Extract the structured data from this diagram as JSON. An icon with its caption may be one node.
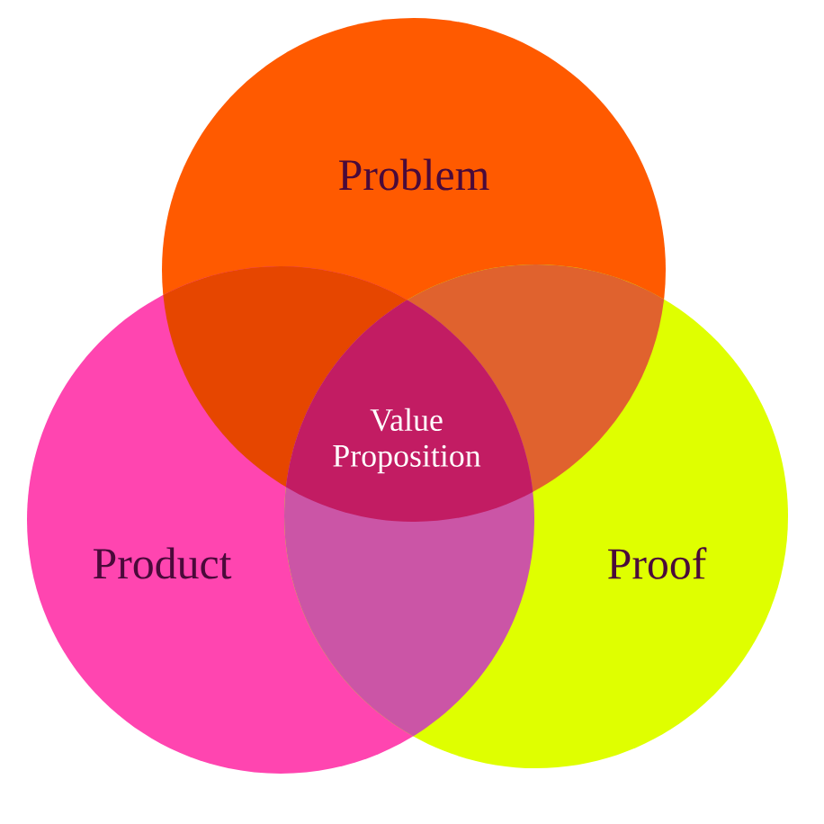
{
  "diagram": {
    "nodes": [
      {
        "text": [
          "Problem"
        ]
      },
      {
        "text": [
          "Product"
        ]
      },
      {
        "text": [
          "Proof"
        ]
      },
      {
        "text": [
          "Value Proposition"
        ]
      }
    ]
  }
}
